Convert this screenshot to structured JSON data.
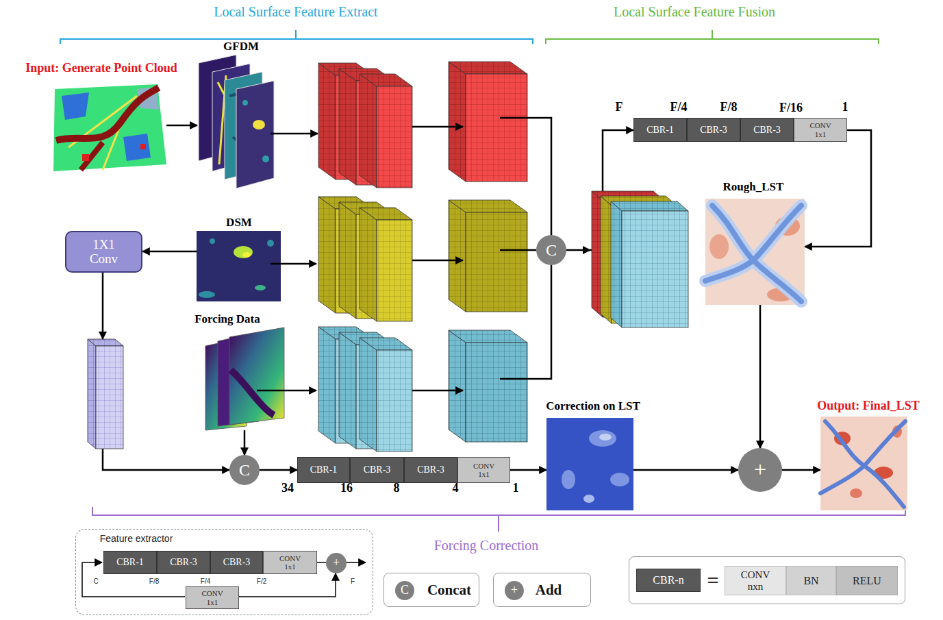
{
  "diagram": {
    "nodes": [
      {
        "text": [
          "Input: Generate Point Cloud"
        ]
      },
      {
        "text": [
          "GFDM"
        ]
      },
      {
        "text": [
          "DSM"
        ]
      },
      {
        "text": [
          "1X1 Conv"
        ]
      },
      {
        "text": [
          "Forcing Data"
        ]
      },
      {
        "text": [
          "C"
        ]
      },
      {
        "text": [
          "CBR-1"
        ]
      },
      {
        "text": [
          "CBR-3"
        ]
      },
      {
        "text": [
          "CBR-3"
        ]
      },
      {
        "text": [
          "CONV 1x1"
        ]
      },
      {
        "text": [
          "Rough_LST"
        ]
      },
      {
        "text": [
          "C"
        ]
      },
      {
        "text": [
          "CBR-1"
        ]
      },
      {
        "text": [
          "CBR-3"
        ]
      },
      {
        "text": [
          "CBR-3"
        ]
      },
      {
        "text": [
          "CONV 1x1"
        ]
      },
      {
        "text": [
          "Correction on LST"
        ]
      },
      {
        "text": [
          "+"
        ]
      },
      {
        "text": [
          "Output: Final_LST"
        ]
      },
      {
        "text": [
          "Feature extractor"
        ]
      },
      {
        "text": [
          "CBR-1"
        ],
        "in": 19
      },
      {
        "text": [
          "CBR-3"
        ],
        "in": 19
      },
      {
        "text": [
          "CBR-3"
        ],
        "in": 19
      },
      {
        "text": [
          "CONV 1x1"
        ],
        "in": 19
      },
      {
        "text": [
          "+"
        ],
        "in": 19
      },
      {
        "text": [
          "CONV 1x1"
        ],
        "in": 19
      },
      {
        "text": [
          "Concat"
        ]
      },
      {
        "text": [
          "C"
        ],
        "in": 26
      },
      {
        "text": [
          "Add"
        ]
      },
      {
        "text": [
          "+"
        ],
        "in": 28
      },
      {
        "text": [
          "="
        ]
      },
      {
        "text": [
          "CBR-n"
        ],
        "in": 30
      },
      {
        "text": [
          "CONV nxn"
        ],
        "in": 30
      },
      {
        "text": [
          "BN"
        ],
        "in": 30
      },
      {
        "text": [
          "RELU"
        ],
        "in": 30
      }
    ],
    "edges": [
      {
        "from": 0,
        "to": 1,
        "arrow": "to"
      },
      {
        "from": 2,
        "to": 3,
        "arrow": "to"
      },
      {
        "from": 3,
        "to": 11,
        "arrow": "to"
      },
      {
        "from": 4,
        "to": 11,
        "arrow": "to"
      },
      {
        "from": 5,
        "to": 6,
        "arrow": "to"
      },
      {
        "from": 9,
        "to": 10,
        "arrow": "to"
      },
      {
        "from": 11,
        "to": 12,
        "arrow": "to"
      },
      {
        "from": 15,
        "to": 16,
        "arrow": "to"
      },
      {
        "from": 16,
        "to": 17,
        "arrow": "to"
      },
      {
        "from": 10,
        "to": 17,
        "arrow": "to"
      },
      {
        "from": 17,
        "to": 18,
        "arrow": "to"
      },
      {
        "from": 23,
        "to": 24,
        "arrow": "none"
      },
      {
        "from": 25,
        "to": 24,
        "arrow": "to"
      }
    ],
    "labels": [
      "Local Surface Feature Extract",
      "Local Surface Feature Fusion",
      "F",
      "F/4",
      "F/8",
      "F/16",
      "1",
      "34",
      "16",
      "8",
      "4",
      "1",
      "Forcing Correction",
      "C",
      "F/8",
      "F/4",
      "F/2",
      "F"
    ]
  }
}
